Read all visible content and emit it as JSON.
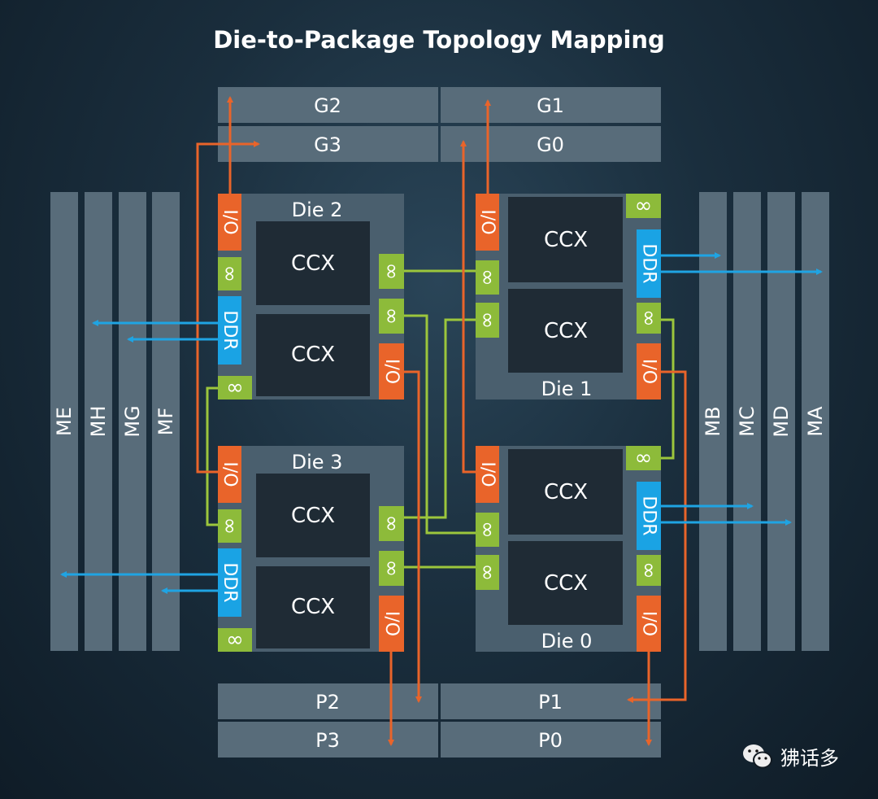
{
  "title": "Die-to-Package Topology Mapping",
  "colors": {
    "die": "#4a5f6e",
    "ccx": "#1f2b35",
    "bar": "#586c7a",
    "io": "#e9642a",
    "fabric": "#8dbb3a",
    "ddr": "#1aa3e4",
    "link": "#9cc63c",
    "arrow_blue": "#1fa4e3"
  },
  "top_bars": [
    "G2",
    "G1",
    "G3",
    "G0"
  ],
  "bottom_bars": [
    "P2",
    "P1",
    "P3",
    "P0"
  ],
  "left_bars": [
    "ME",
    "MH",
    "MG",
    "MF"
  ],
  "right_bars": [
    "MB",
    "MC",
    "MD",
    "MA"
  ],
  "dies": [
    "Die 2",
    "Die 1",
    "Die 3",
    "Die 0"
  ],
  "labels": {
    "ccx": "CCX",
    "io": "I/O",
    "ddr": "DDR",
    "fabric": "∞"
  },
  "watermark": {
    "icon": "wechat-icon",
    "text": "狒话多"
  }
}
